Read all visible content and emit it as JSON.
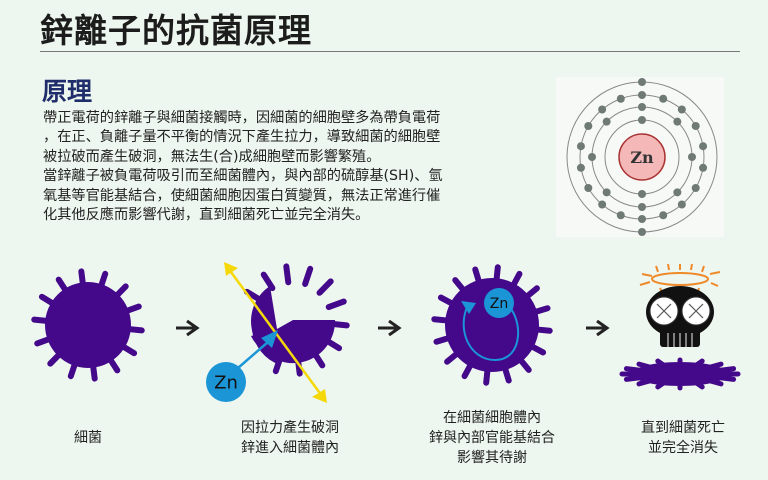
{
  "title": "鋅離子的抗菌原理",
  "section": {
    "heading": "原理",
    "lines": [
      "帶正電荷的鋅離子與細菌接觸時，因細菌的細胞壁多為帶負電荷",
      "，在正、負離子量不平衡的情況下產生拉力，導致細菌的細胞壁",
      "被拉破而產生破洞，無法生(合)成細胞壁而影響繁殖。",
      "當鋅離子被負電荷吸引而至細菌體內，與內部的硫醇基(SH)、氫",
      "氧基等官能基結合，使細菌細胞因蛋白質變質，無法正常進行催",
      "化其他反應而影響代謝，直到細菌死亡並完全消失。"
    ]
  },
  "atom": {
    "symbol": "Zn",
    "shells": [
      2,
      8,
      18,
      2
    ]
  },
  "steps": [
    {
      "lines": [
        "細菌"
      ]
    },
    {
      "lines": [
        "因拉力產生破洞",
        "鋅進入細菌體內"
      ],
      "ion": "Zn"
    },
    {
      "lines": [
        "在細菌細胞體內",
        "鋅與內部官能基結合",
        "影響其待謝"
      ],
      "ion": "Zn"
    },
    {
      "lines": [
        "直到細菌死亡",
        "並完全消失"
      ]
    }
  ],
  "colors": {
    "bacteria": "#44088a",
    "ion": "#1b95d6",
    "force": "#f5d80a",
    "halo": "#ee8a2a",
    "nucleus": "#f4b8b8"
  }
}
